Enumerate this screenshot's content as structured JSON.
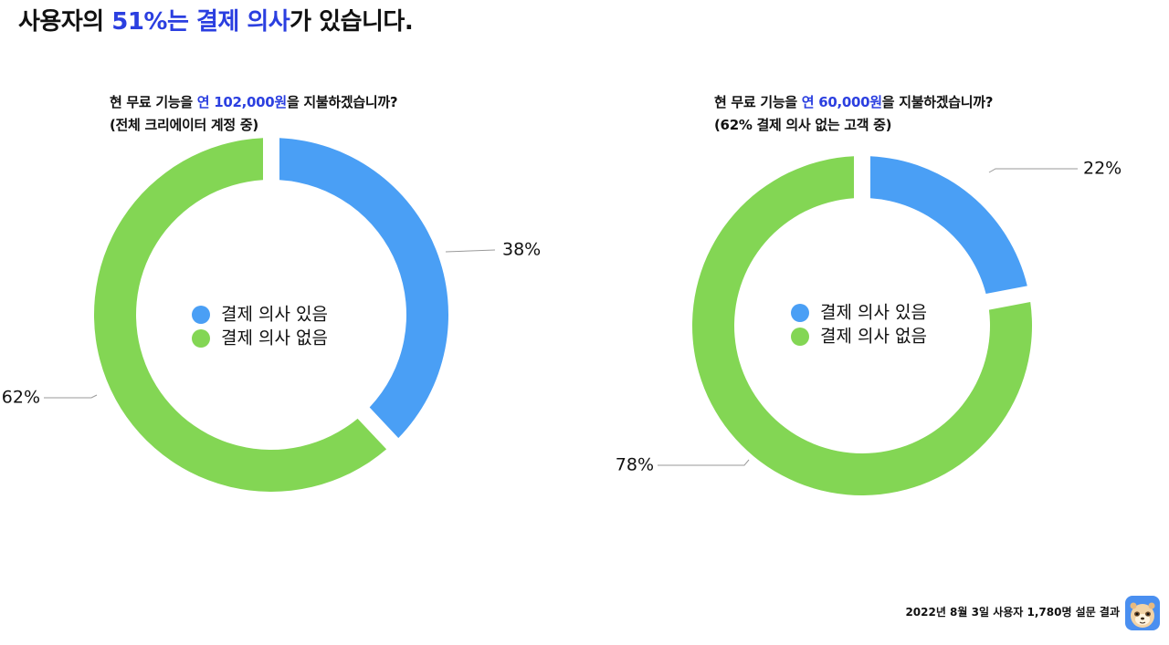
{
  "headline": {
    "part1": "사용자의 ",
    "highlight": "51%는 결제 의사",
    "part2": "가 있습니다."
  },
  "colors": {
    "accent": "#2B3FE0",
    "yes": "#4A9FF5",
    "no": "#83D654",
    "leader": "#9a9a9a"
  },
  "chart_data": [
    {
      "type": "pie",
      "title_line1": {
        "pre": "현 무료 기능을 ",
        "highlight": "연 102,000원",
        "post": "을 지불하겠습니까?"
      },
      "title_line2": "(전체 크리에이터 계정 중)",
      "legend": [
        "결제 의사 있음",
        "결제 의사 없음"
      ],
      "slices": [
        {
          "label": "결제 의사 있음",
          "value": 38,
          "display": "38%"
        },
        {
          "label": "결제 의사 없음",
          "value": 62,
          "display": "62%"
        }
      ]
    },
    {
      "type": "pie",
      "title_line1": {
        "pre": "현 무료 기능을 ",
        "highlight": "연 60,000원",
        "post": "을 지불하겠습니까?"
      },
      "title_line2": "(62% 결제 의사 없는 고객 중)",
      "legend": [
        "결제 의사 있음",
        "결제 의사 없음"
      ],
      "slices": [
        {
          "label": "결제 의사 있음",
          "value": 22,
          "display": "22%"
        },
        {
          "label": "결제 의사 없음",
          "value": 78,
          "display": "78%"
        }
      ]
    }
  ],
  "footer": {
    "text": "2022년 8월 3일 사용자 1,780명 설문 결과",
    "logo_icon": "meerkat-mascot-icon"
  }
}
